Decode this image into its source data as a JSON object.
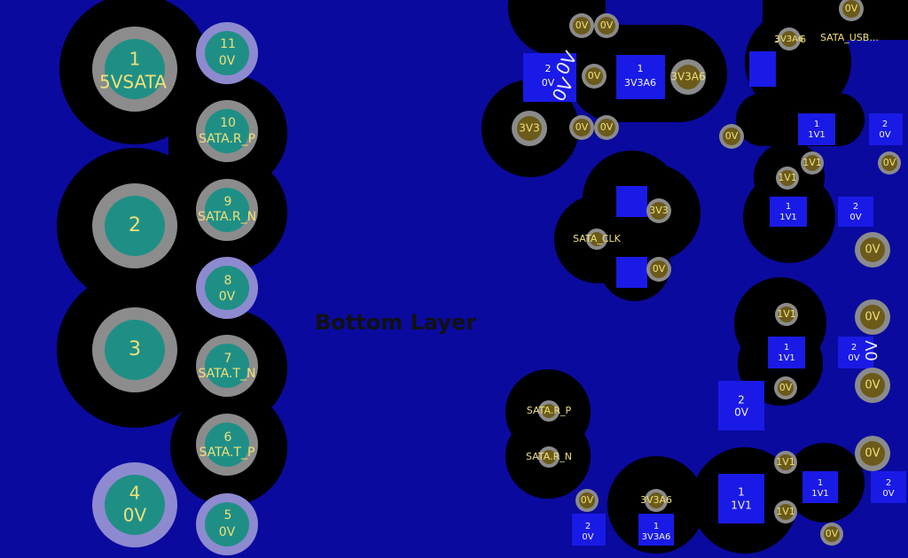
{
  "board": {
    "layer_label": "Bottom Layer"
  },
  "colors": {
    "background": "#0a0a9e",
    "keepout": "#000000",
    "pad_fill": "#1f8f86",
    "pad_ring": "#8c8c8c",
    "pad_ring_gnd": "#8e8ad0",
    "via_fill": "#6b5a1a",
    "via_ring": "#8b8b8b",
    "smd_pad": "#1a1ae6",
    "text": "#f0e07a",
    "label_text": "#f2f2f2",
    "layer_text": "#111111"
  },
  "connector": {
    "pins": [
      {
        "num": "1",
        "net": "5VSATA"
      },
      {
        "num": "2",
        "net": ""
      },
      {
        "num": "3",
        "net": ""
      },
      {
        "num": "4",
        "net": "0V"
      },
      {
        "num": "11",
        "net": "0V"
      },
      {
        "num": "10",
        "net": "SATA.R_P"
      },
      {
        "num": "9",
        "net": "SATA.R_N"
      },
      {
        "num": "8",
        "net": "0V"
      },
      {
        "num": "7",
        "net": "SATA.T_N"
      },
      {
        "num": "6",
        "net": "SATA.T_P"
      },
      {
        "num": "5",
        "net": "0V"
      }
    ]
  },
  "vias": [
    {
      "net": "0V"
    },
    {
      "net": "0V"
    },
    {
      "net": "0V"
    },
    {
      "net": "0V"
    },
    {
      "net": "0V"
    },
    {
      "net": "3V3A6"
    },
    {
      "net": "3V3"
    },
    {
      "net": "3V3"
    },
    {
      "net": "SATA_CLK"
    },
    {
      "net": "0V"
    },
    {
      "net": "SATA.R_P"
    },
    {
      "net": "SATA.R_N"
    },
    {
      "net": "0V"
    },
    {
      "net": "3V3A6"
    },
    {
      "net": "0V"
    },
    {
      "net": "0V"
    },
    {
      "net": "0V"
    },
    {
      "net": "1V1"
    },
    {
      "net": "1V1"
    },
    {
      "net": "0V"
    },
    {
      "net": "0V"
    },
    {
      "net": "1V1"
    },
    {
      "net": "0V"
    },
    {
      "net": "0V"
    },
    {
      "net": "0V"
    },
    {
      "net": "1V1"
    },
    {
      "net": "1V1"
    },
    {
      "net": "0V"
    },
    {
      "net": "3V3A6"
    }
  ],
  "smd_pads": [
    {
      "num": "2",
      "net": "0V"
    },
    {
      "num": "1",
      "net": "3V3A6"
    },
    {
      "num": "1",
      "net": "1V1"
    },
    {
      "num": "2",
      "net": "0V"
    },
    {
      "num": "1",
      "net": "1V1"
    },
    {
      "num": "2",
      "net": "0V"
    },
    {
      "num": "1",
      "net": "1V1"
    },
    {
      "num": "2",
      "net": "0V"
    },
    {
      "num": "2",
      "net": "0V"
    },
    {
      "num": "1",
      "net": "1V1"
    },
    {
      "num": "1",
      "net": "1V1"
    },
    {
      "num": "2",
      "net": "0V"
    },
    {
      "num": "2",
      "net": "0V"
    },
    {
      "num": "1",
      "net": "3V3A6"
    }
  ],
  "net_labels": [
    {
      "text": "0V"
    },
    {
      "text": "0V"
    },
    {
      "text": "0V"
    },
    {
      "text": "SATA_USB..."
    },
    {
      "text": "3V3A6"
    }
  ]
}
